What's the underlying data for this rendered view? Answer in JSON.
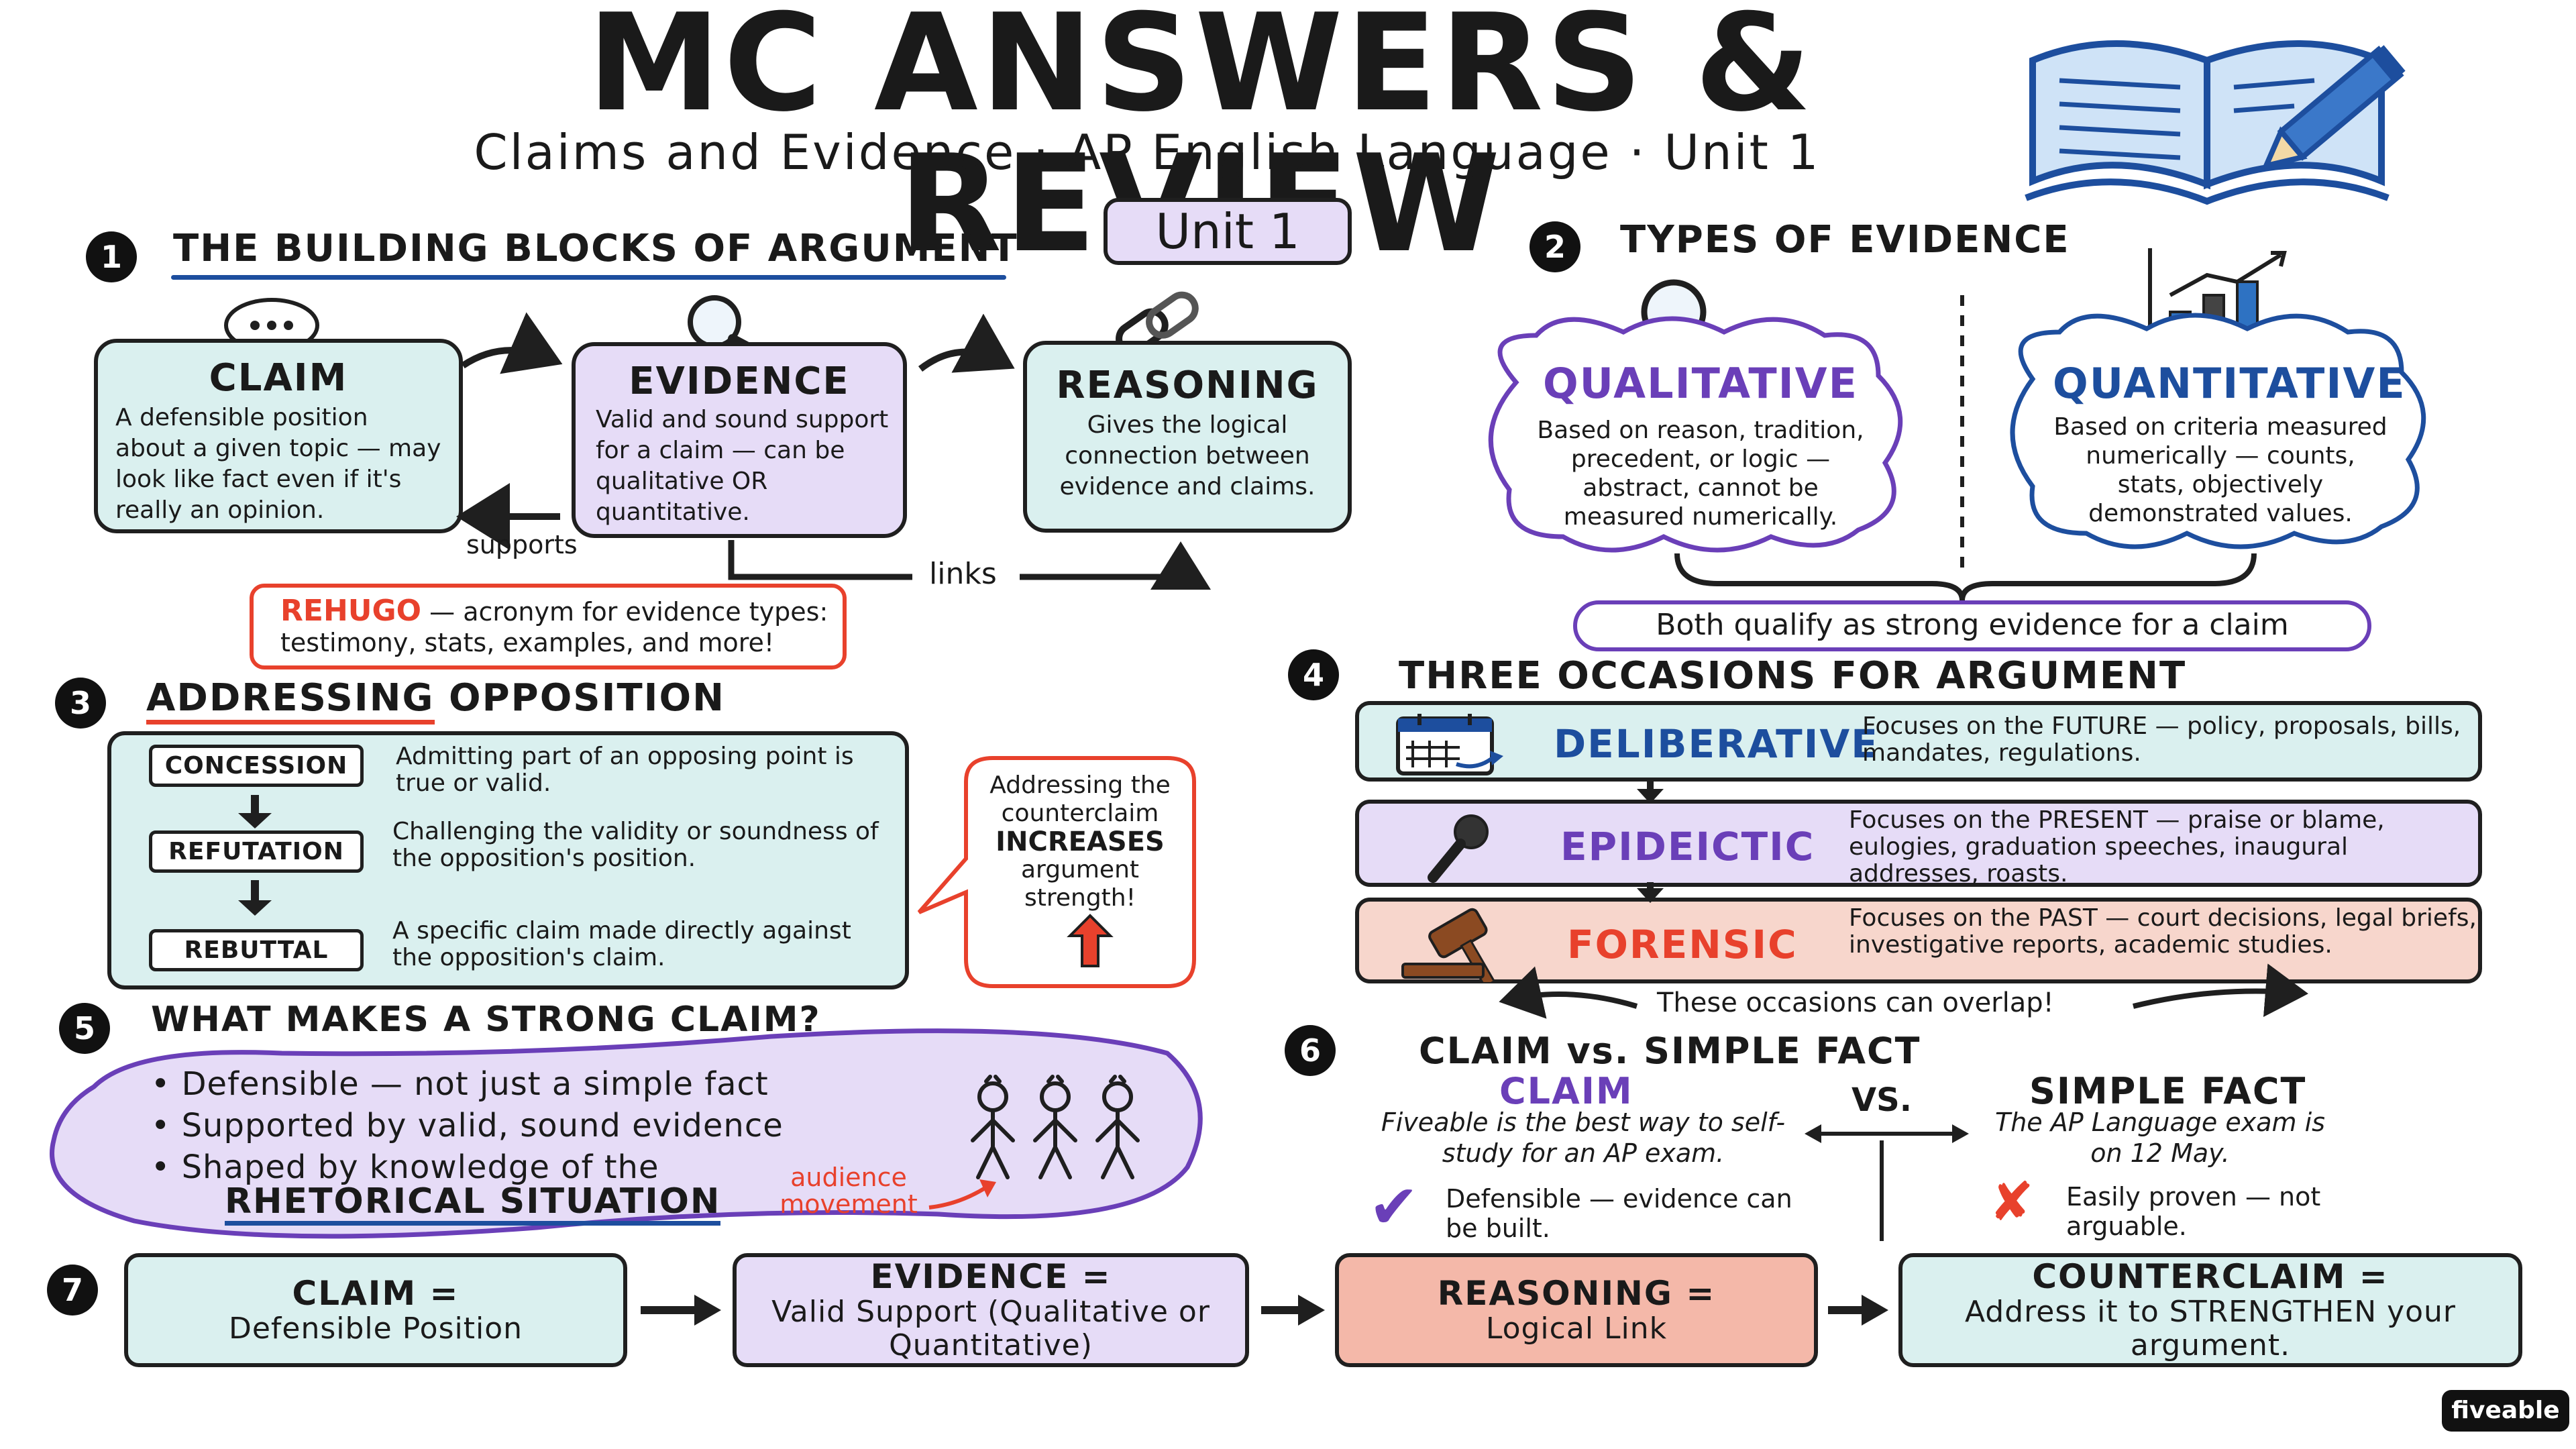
{
  "header": {
    "title": "MC ANSWERS & REVIEW",
    "subtitle": "Claims and Evidence · AP English Language · Unit 1",
    "unit_badge": "Unit 1"
  },
  "colors": {
    "teal": "#daf0ef",
    "lavender": "#e6dcf7",
    "peach": "#f7d6cc",
    "salmon": "#f4b8a9",
    "red": "#e8412c",
    "purple": "#6a3fb8",
    "blue": "#1d4e9e"
  },
  "sections": {
    "s1": {
      "num": "1",
      "title": "THE BUILDING BLOCKS OF ARGUMENT",
      "claim": {
        "title": "CLAIM",
        "text": "A defensible position about a given topic — may look like fact even if it's really an opinion."
      },
      "evidence": {
        "title": "EVIDENCE",
        "text": "Valid and sound support for a claim — can be qualitative OR quantitative."
      },
      "reasoning": {
        "title": "REASONING",
        "text": "Gives the logical connection between evidence and claims."
      },
      "supports_label": "supports",
      "links_label": "links",
      "rehugo": {
        "term": "REHUGO",
        "text": "— acronym for evidence types: testimony, stats, examples, and more!"
      }
    },
    "s2": {
      "num": "2",
      "title": "TYPES OF EVIDENCE",
      "qualitative": {
        "title": "QUALITATIVE",
        "text": "Based on reason, tradition, precedent, or logic — abstract, cannot be measured numerically."
      },
      "quantitative": {
        "title": "QUANTITATIVE",
        "text": "Based on criteria measured numerically — counts, stats, objectively demonstrated values."
      },
      "both": "Both qualify as strong evidence for a claim"
    },
    "s3": {
      "num": "3",
      "title_underlined": "ADDRESSING",
      "title_rest": " OPPOSITION",
      "items": [
        {
          "tag": "CONCESSION",
          "text": "Admitting part of an opposing point is true or valid."
        },
        {
          "tag": "REFUTATION",
          "text": "Challenging the validity or soundness of the opposition's position."
        },
        {
          "tag": "REBUTTAL",
          "text": "A specific claim made directly against the opposition's claim."
        }
      ],
      "bubble": {
        "line1": "Addressing the counterclaim",
        "bold": "INCREASES",
        "line3": "argument strength!"
      }
    },
    "s4": {
      "num": "4",
      "title": "THREE OCCASIONS FOR ARGUMENT",
      "items": [
        {
          "name": "DELIBERATIVE",
          "text": "Focuses on the FUTURE — policy, proposals, bills, mandates, regulations."
        },
        {
          "name": "EPIDEICTIC",
          "text": "Focuses on the PRESENT — praise or blame, eulogies, graduation speeches, inaugural addresses, roasts."
        },
        {
          "name": "FORENSIC",
          "text": "Focuses on the PAST — court decisions, legal briefs, investigative reports, academic studies."
        }
      ],
      "overlap": "These occasions can overlap!"
    },
    "s5": {
      "num": "5",
      "title": "WHAT MAKES A STRONG CLAIM?",
      "bullets": [
        "Defensible — not just a simple fact",
        "Supported by valid, sound evidence",
        "Shaped by knowledge of the"
      ],
      "rhetorical": "RHETORICAL SITUATION",
      "audience_note": "audience movement"
    },
    "s6": {
      "num": "6",
      "title": "CLAIM vs. SIMPLE FACT",
      "vs": "VS.",
      "claim": {
        "title": "CLAIM",
        "example": "Fiveable is the best way to self-study for an AP exam.",
        "note": "Defensible — evidence can be built."
      },
      "fact": {
        "title": "SIMPLE FACT",
        "example": "The AP Language exam is on 12 May.",
        "note": "Easily proven — not arguable."
      }
    },
    "s7": {
      "num": "7",
      "boxes": [
        {
          "title": "CLAIM =",
          "sub": "Defensible Position"
        },
        {
          "title": "EVIDENCE =",
          "sub": "Valid Support (Qualitative or Quantitative)"
        },
        {
          "title": "REASONING =",
          "sub": "Logical Link"
        },
        {
          "title": "COUNTERCLAIM =",
          "sub": "Address it to STRENGTHEN your argument."
        }
      ]
    }
  },
  "footer": {
    "brand": "fiveable"
  }
}
